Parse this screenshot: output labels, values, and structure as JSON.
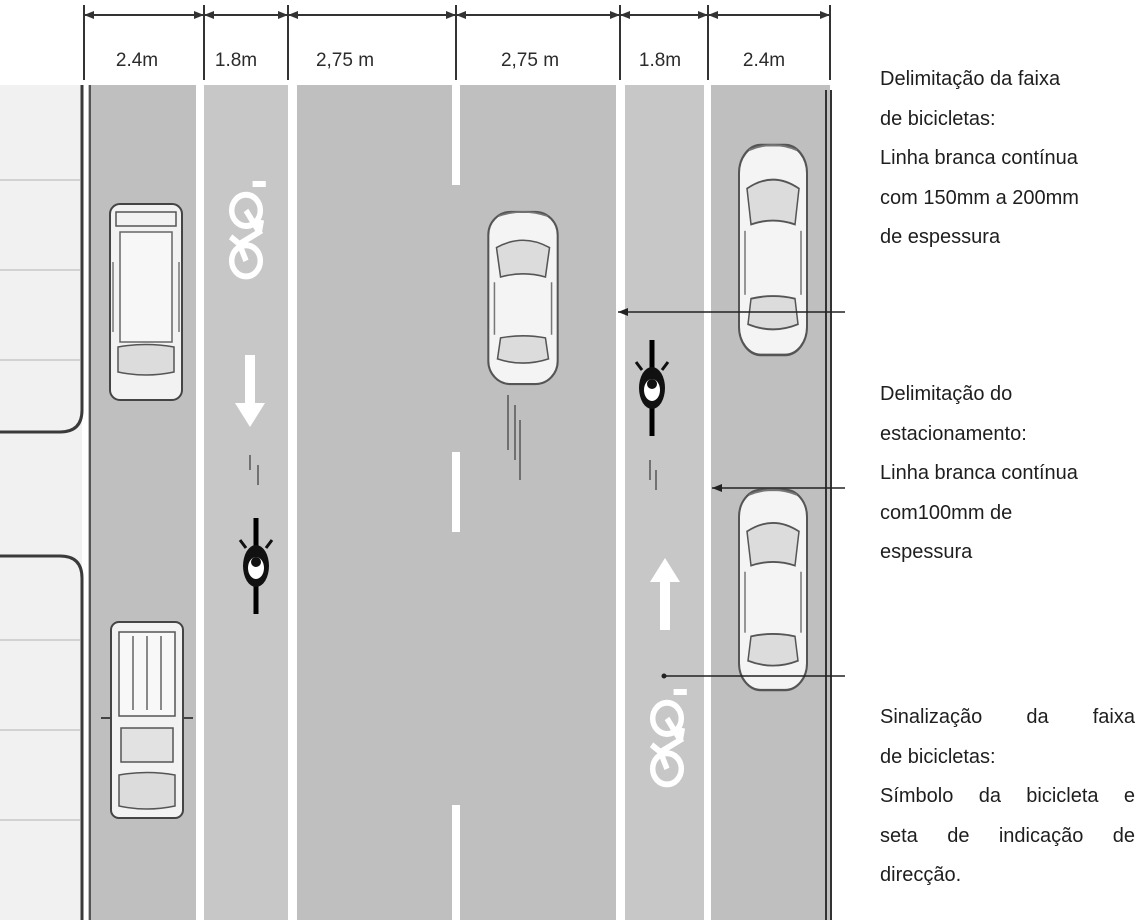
{
  "dimensions": [
    "2.4m",
    "1.8m",
    "2,75 m",
    "2,75 m",
    "1.8m",
    "2.4m"
  ],
  "annotations": [
    {
      "lines": [
        "Delimitação da faixa",
        "de bicicletas:",
        "Linha branca contínua",
        "com 150mm a 200mm",
        "de espessura"
      ]
    },
    {
      "lines": [
        "Delimitação do",
        "estacionamento:",
        "Linha branca contínua",
        "com100mm de",
        "espessura"
      ]
    },
    {
      "first_line_words": [
        "Sinalização",
        "da",
        "faixa"
      ],
      "lines": [
        "de bicicletas:"
      ],
      "justified_words_1": [
        "Símbolo",
        "da",
        "bicicleta",
        "e"
      ],
      "justified_words_2": [
        "seta",
        "de",
        "indicação",
        "de"
      ],
      "last_line": "direcção."
    }
  ],
  "colors": {
    "road": "#bdbdbd",
    "bike_lane": "#cacaca",
    "marking": "#ffffff",
    "sidewalk": "#f1f1f1",
    "line": "#333333"
  },
  "icons": [
    "bicycle-symbol-icon",
    "direction-arrow-icon",
    "car-icon",
    "pickup-truck-icon",
    "cyclist-icon"
  ]
}
